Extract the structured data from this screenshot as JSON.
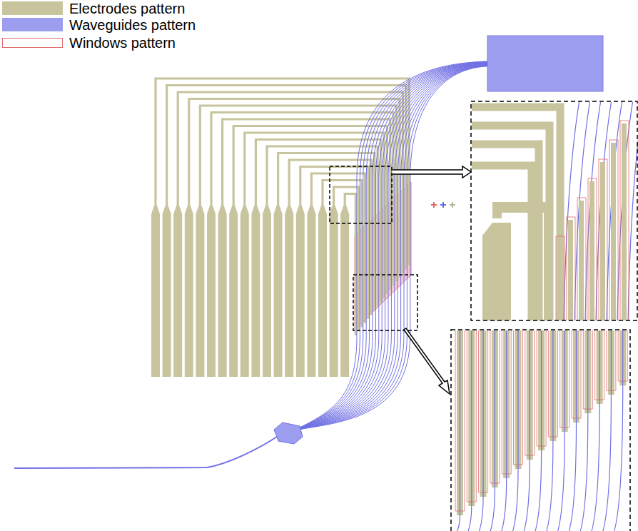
{
  "diagram": {
    "legend": [
      {
        "text": "Electrodes pattern",
        "color": "#c8c49e"
      },
      {
        "text": "Waveguides pattern",
        "color": "#9d9df0"
      },
      {
        "text": "Windows pattern"
      }
    ]
  }
}
